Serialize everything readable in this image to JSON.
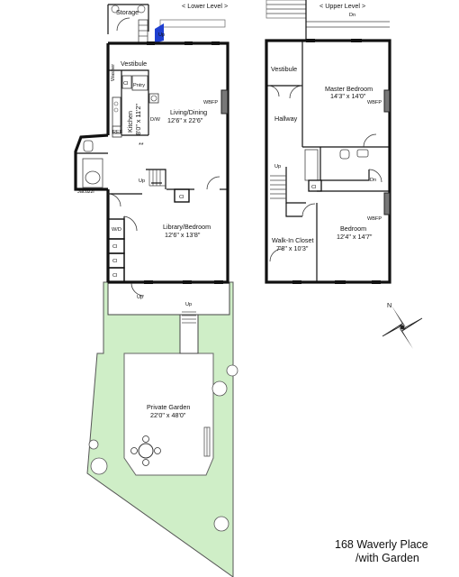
{
  "lower_level": {
    "header": "< Lower Level >",
    "storage": "Storage",
    "up": "Up",
    "vestibule": "Vestibule",
    "washer": "Washer",
    "pntry": "Pntry",
    "cl": "Cl",
    "kitchen_name": "Kitchen",
    "kitchen_dim": "8'0\" x 11'2\"",
    "dw": "D/W",
    "ref": "REF",
    "living_name": "Living/Dining",
    "living_dim": "12'6\" x 22'6\"",
    "wbfp": "WBFP",
    "bullets": "**",
    "jacuzzi": "Jacuzzi",
    "library_name": "Library/Bedroom",
    "library_dim": "12'6\" x 13'8\"",
    "wd": "W/D"
  },
  "upper_level": {
    "header": "< Upper Level >",
    "dn": "Dn",
    "vestibule": "Vestibule",
    "master_name": "Master Bedroom",
    "master_dim": "14'3\" x 14'0\"",
    "wbfp": "WBFP",
    "hallway": "Hallway",
    "up": "Up",
    "cl": "Cl",
    "walkin_name": "Walk-In Closet",
    "walkin_dim": "7'8\" x 10'3\"",
    "bedroom_name": "Bedroom",
    "bedroom_dim": "12'4\" x 14'7\""
  },
  "garden": {
    "up": "Up",
    "name": "Private Garden",
    "dim": "22'0\" x 48'0\""
  },
  "compass": {
    "label": "N"
  },
  "colors": {
    "garden": "#cfeec7",
    "door_marker": "#1f3fd0",
    "walls": "#111111"
  },
  "caption": {
    "address": "168 Waverly Place",
    "subtitle": "/with Garden"
  }
}
